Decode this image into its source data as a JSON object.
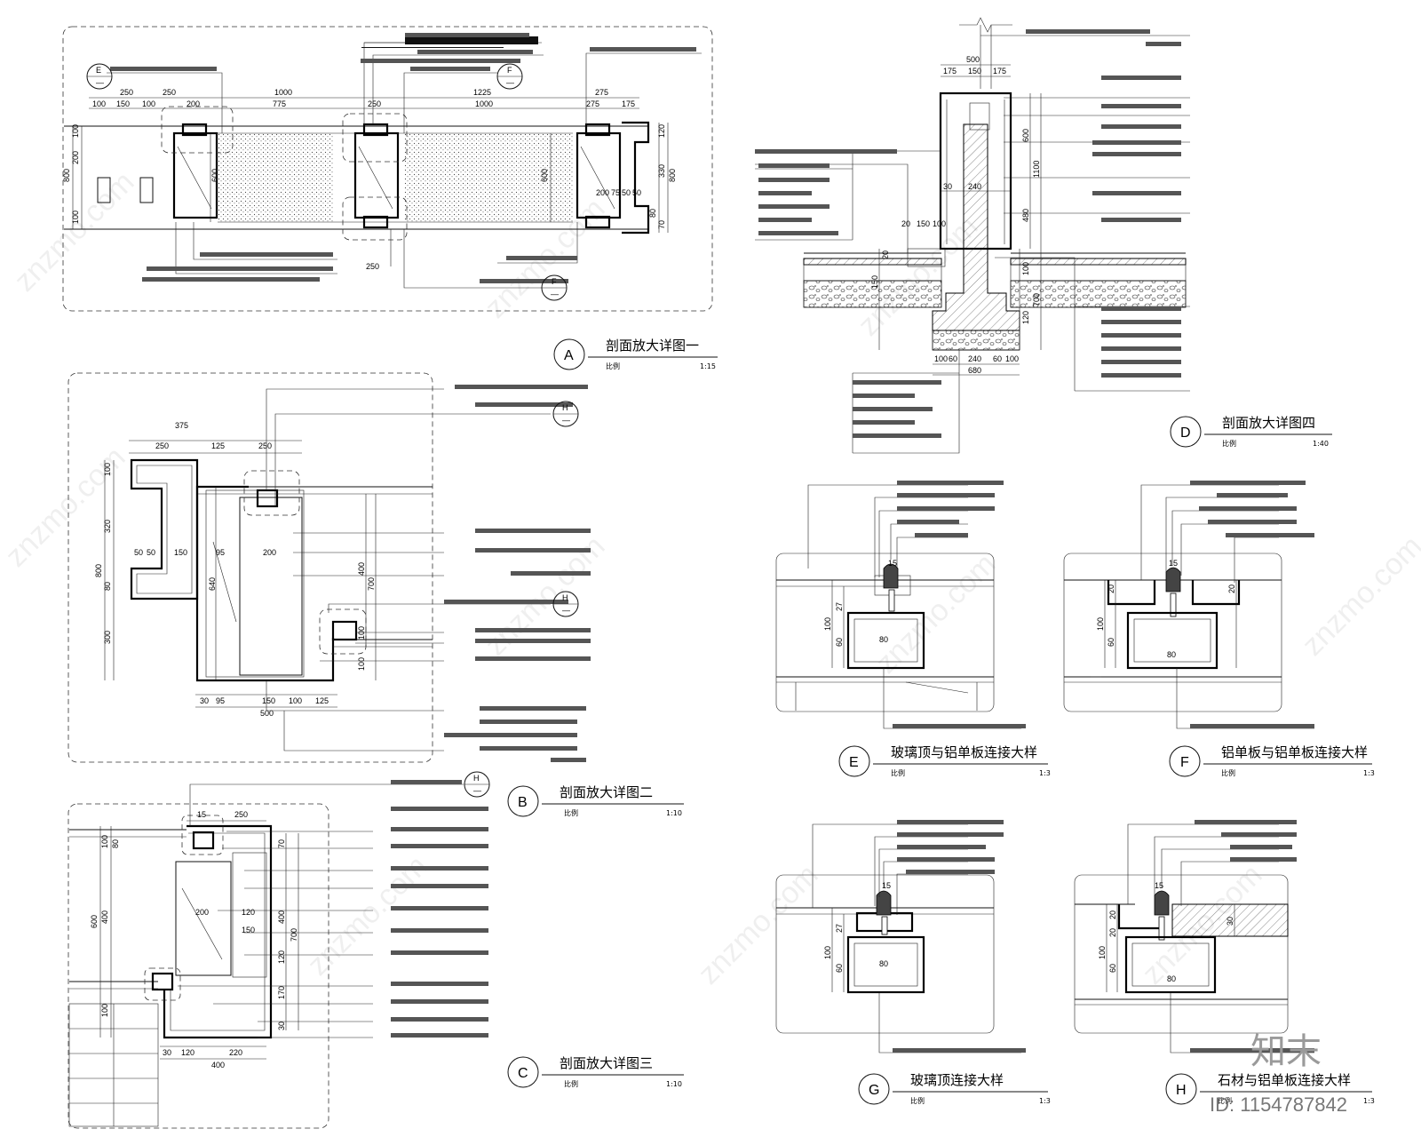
{
  "watermark": {
    "text": "znzmo.com",
    "brand": "知末",
    "id_label": "ID: 1154787842"
  },
  "details": {
    "A": {
      "badge": "A",
      "title": "剖面放大详图一",
      "scale_label": "比例",
      "scale": "1:15"
    },
    "B": {
      "badge": "B",
      "title": "剖面放大详图二",
      "scale_label": "比例",
      "scale": "1:10"
    },
    "C": {
      "badge": "C",
      "title": "剖面放大详图三",
      "scale_label": "比例",
      "scale": "1:10"
    },
    "D": {
      "badge": "D",
      "title": "剖面放大详图四",
      "scale_label": "比例",
      "scale": "1:40"
    },
    "E": {
      "badge": "E",
      "title": "玻璃顶与铝单板连接大样",
      "scale_label": "比例",
      "scale": "1:3"
    },
    "F": {
      "badge": "F",
      "title": "铝单板与铝单板连接大样",
      "scale_label": "比例",
      "scale": "1:3"
    },
    "G": {
      "badge": "G",
      "title": "玻璃顶连接大样",
      "scale_label": "比例",
      "scale": "1:3"
    },
    "H": {
      "badge": "H",
      "title": "石材与铝单板连接大样",
      "scale_label": "比例",
      "scale": "1:3"
    }
  },
  "refs": {
    "E": "E",
    "F": "F",
    "H": "H",
    "dash": "—"
  },
  "dims": {
    "A": {
      "d250a": "250",
      "d250b": "250",
      "d1000a": "1000",
      "d1225": "1225",
      "d275a": "275",
      "d100a": "100",
      "d150": "150",
      "d100b": "100",
      "d200a": "200",
      "d775": "775",
      "d250c": "250",
      "d1000b": "1000",
      "d275b": "275",
      "d175": "175",
      "v100a": "100",
      "v200": "200",
      "v800": "800",
      "v100b": "100",
      "v600a": "600",
      "v600b": "600",
      "v120": "120",
      "v330": "330",
      "v800b": "800",
      "v70": "70",
      "v80": "80",
      "b250": "250",
      "b200": "200",
      "b75": "75",
      "b50a": "50",
      "b50b": "50"
    },
    "B": {
      "d375": "375",
      "d250a": "250",
      "d125": "125",
      "d250b": "250",
      "v100": "100",
      "v320": "320",
      "v800": "800",
      "v80": "80",
      "v300": "300",
      "h50a": "50",
      "h50b": "50",
      "h150": "150",
      "h95": "95",
      "h200": "200",
      "v640": "640",
      "v400": "400",
      "v700": "700",
      "v100b": "100",
      "v100c": "100",
      "b30": "30",
      "b95": "95",
      "b150": "150",
      "b100": "100",
      "b125": "125",
      "b500": "500"
    },
    "C": {
      "d15": "15",
      "d250": "250",
      "v100a": "100",
      "v80": "80",
      "v600": "600",
      "v400": "400",
      "v100b": "100",
      "v70": "70",
      "v700": "700",
      "v400b": "400",
      "v120a": "120",
      "v150": "150",
      "v170": "170",
      "v30": "30",
      "h200": "200",
      "h120": "120",
      "b30": "30",
      "b120": "120",
      "b220": "220",
      "b400": "400"
    },
    "D": {
      "d500": "500",
      "d175a": "175",
      "d150": "150",
      "d175b": "175",
      "v600": "600",
      "v1100": "1100",
      "v480": "480",
      "v30": "30",
      "v240": "240",
      "v20": "20",
      "d20": "20",
      "d150b": "150",
      "d100": "100",
      "v150": "150",
      "v100": "100",
      "v120": "120",
      "v700": "700",
      "b100": "100",
      "b60a": "60",
      "b240": "240",
      "b60b": "60",
      "b100b": "100",
      "b680": "680"
    },
    "E": {
      "d15": "15",
      "v27": "27",
      "v100": "100",
      "v60": "60",
      "h80": "80"
    },
    "F": {
      "d15": "15",
      "v20a": "20",
      "v20b": "20",
      "v100": "100",
      "v60": "60",
      "h80": "80"
    },
    "G": {
      "d15": "15",
      "v27": "27",
      "v100": "100",
      "v60": "60",
      "h80": "80"
    },
    "H": {
      "d15": "15",
      "v20a": "20",
      "v20b": "20",
      "v30": "30",
      "v100": "100",
      "v60": "60",
      "h80": "80"
    }
  }
}
